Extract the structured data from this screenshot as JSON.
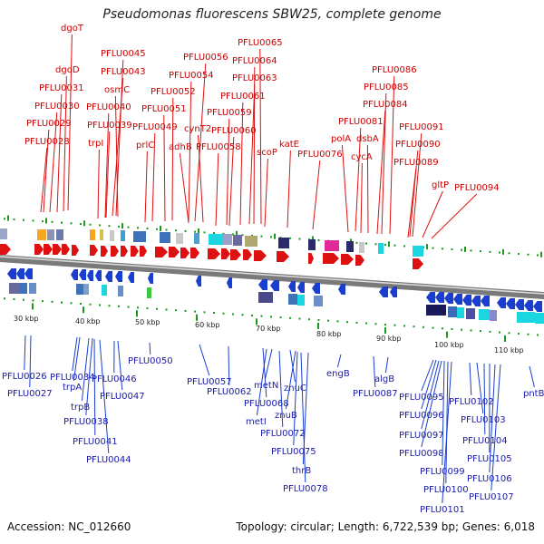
{
  "title": "Pseudomonas fluorescens SBW25, complete genome",
  "accession": "Accession: NC_012660",
  "topology": "Topology: circular; Length: 6,722,539 bp; Genes: 6,018",
  "colors": {
    "forward": "#dd1111",
    "reverse": "#1a3fd0",
    "backbone": "#888888"
  },
  "ticks": [
    "30 kbp",
    "40 kbp",
    "50 kbp",
    "60 kbp",
    "70 kbp",
    "80 kbp",
    "90 kbp",
    "100 kbp",
    "110 kbp"
  ],
  "top_labels": [
    "dgoT",
    "dgoD",
    "PFLU0031",
    "PFLU0030",
    "PFLU0029",
    "PFLU0028",
    "PFLU0045",
    "PFLU0043",
    "osmC",
    "PFLU0040",
    "PFLU0039",
    "trpI",
    "PFLU0056",
    "PFLU0054",
    "PFLU0052",
    "PFLU0051",
    "PFLU0049",
    "prlC",
    "adhB",
    "cynT2",
    "PFLU0065",
    "PFLU0064",
    "PFLU0063",
    "PFLU0061",
    "PFLU0059",
    "PFLU0060",
    "PFLU0058",
    "scoP",
    "katE",
    "PFLU0076",
    "PFLU0081",
    "polA",
    "dsbA",
    "cycA",
    "PFLU0086",
    "PFLU0085",
    "PFLU0084",
    "PFLU0091",
    "PFLU0090",
    "PFLU0089",
    "gltP",
    "PFLU0094"
  ],
  "bottom_labels": [
    "PFLU0026",
    "PFLU0027",
    "PFLU0034",
    "trpA",
    "trpB",
    "PFLU0038",
    "PFLU0041",
    "PFLU0044",
    "PFLU0046",
    "PFLU0047",
    "PFLU0050",
    "PFLU0057",
    "PFLU0062",
    "PFLU0068",
    "metN",
    "metI",
    "znuC",
    "znuB",
    "PFLU0072",
    "PFLU0075",
    "thrB",
    "PFLU0078",
    "engB",
    "PFLU0087",
    "algB",
    "PFLU0095",
    "PFLU0096",
    "PFLU0097",
    "PFLU0098",
    "PFLU0099",
    "PFLU0100",
    "PFLU0101",
    "PFLU0102",
    "PFLU0103",
    "PFLU0104",
    "PFLU0105",
    "PFLU0106",
    "PFLU0107",
    "pntB"
  ]
}
